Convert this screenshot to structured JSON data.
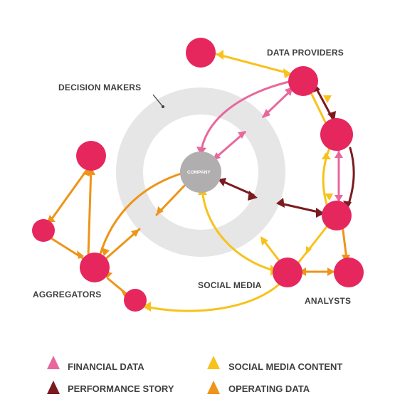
{
  "labels": {
    "data_providers": "DATA PROVIDERS",
    "decision_makers": "DECISION MAKERS",
    "aggregators": "AGGREGATORS",
    "social_media": "SOCIAL MEDIA",
    "analysts": "ANALYSTS",
    "company": "COMPANY"
  },
  "legend": [
    {
      "label": "FINANCIAL DATA",
      "color": "#e8689d"
    },
    {
      "label": "PERFORMANCE STORY",
      "color": "#7b1a1f"
    },
    {
      "label": "SOCIAL MEDIA CONTENT",
      "color": "#f8c21c"
    },
    {
      "label": "OPERATING DATA",
      "color": "#ee9418"
    }
  ],
  "colors": {
    "node": "#e5275e",
    "company_node": "#b0aeaf",
    "ring": "#e6e6e6",
    "financial": "#e8689d",
    "performance": "#7b1a1f",
    "social": "#f8c21c",
    "operating": "#ee9418"
  }
}
